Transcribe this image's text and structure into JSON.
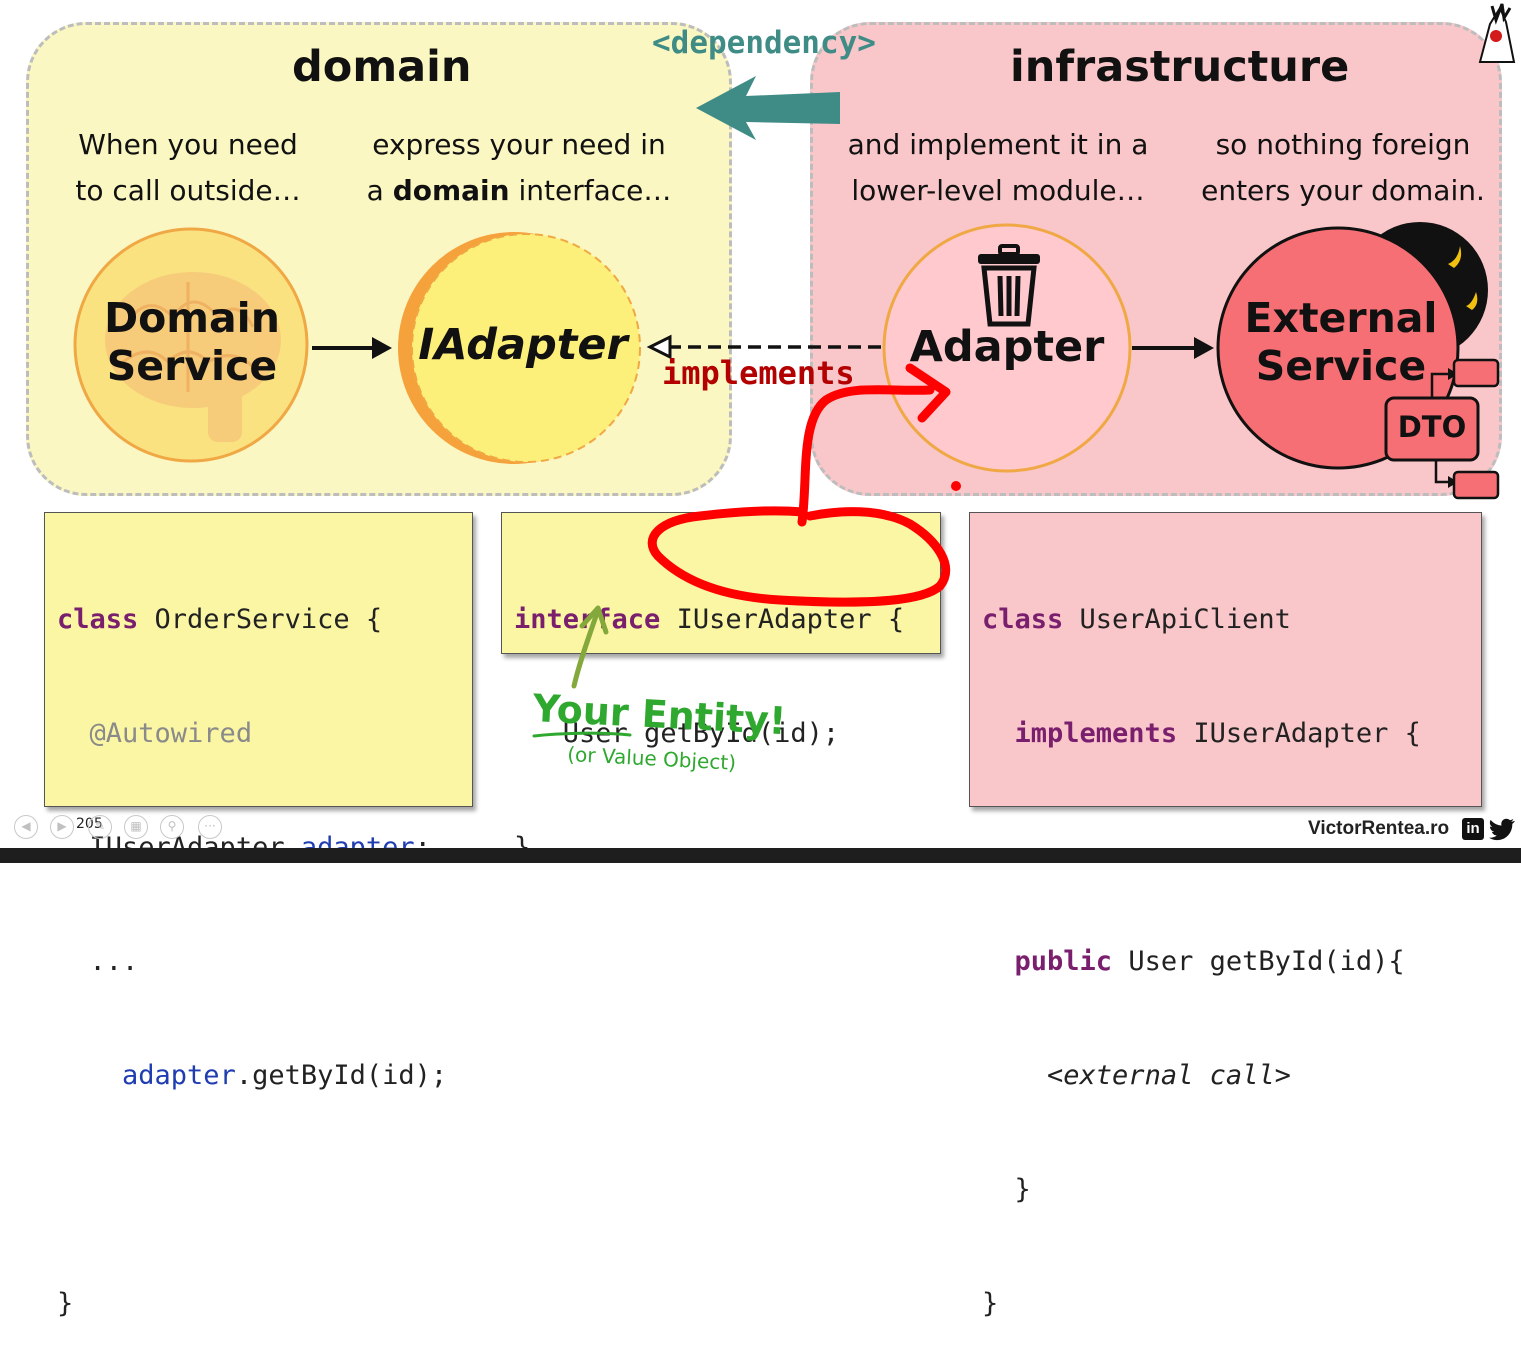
{
  "regions": {
    "domain": {
      "title": "domain"
    },
    "infrastructure": {
      "title": "infrastructure"
    }
  },
  "dependency_label": "<dependency>",
  "captions": {
    "c1": [
      "When you need",
      "to call outside…"
    ],
    "c2": [
      "express your need in",
      "a ",
      "domain",
      " interface…"
    ],
    "c3": [
      "and implement it in a",
      "lower-level module…"
    ],
    "c4": [
      "so nothing foreign",
      "enters your domain."
    ]
  },
  "circles": {
    "domain_service": [
      "Domain",
      "Service"
    ],
    "iadapter": "IAdapter",
    "adapter": "Adapter",
    "external_service": [
      "External",
      "Service"
    ]
  },
  "implements_label": "implements",
  "dto_label": "DTO",
  "code": {
    "order_service": {
      "l1": [
        "class",
        " OrderService {"
      ],
      "l2": "@Autowired",
      "l3": [
        "IUserAdapter ",
        "adapter",
        ";"
      ],
      "l4": "...",
      "l5": [
        "adapter",
        ".getById(id);"
      ],
      "l6": "}"
    },
    "iuser_adapter": {
      "l1": [
        "interface",
        " IUserAdapter {"
      ],
      "l2": "User getById(id);",
      "l3": "}"
    },
    "user_api_client": {
      "l1": [
        "class",
        " UserApiClient"
      ],
      "l2": [
        "implements",
        " IUserAdapter {"
      ],
      "l3": [
        "public",
        " User getById(id){"
      ],
      "l4": "<external call>",
      "l5": "}",
      "l6": "}"
    }
  },
  "handwriting": {
    "your_entity": "Your Entity!",
    "value_object": "(or Value Object)"
  },
  "footer": {
    "slide_number": "205",
    "brand": "VictorRentea.ro"
  },
  "colors": {
    "domain_bg": "#fbf7c2",
    "infra_bg": "#f9c7c9",
    "dependency_arrow": "#3f8c86",
    "implements": "#b30000",
    "ink_red": "#ff0000",
    "ink_green": "#2fa82f"
  },
  "icons": [
    "brain-icon",
    "trash-can-icon",
    "linkedin-icon",
    "twitter-icon",
    "duke-mascot-icon"
  ]
}
